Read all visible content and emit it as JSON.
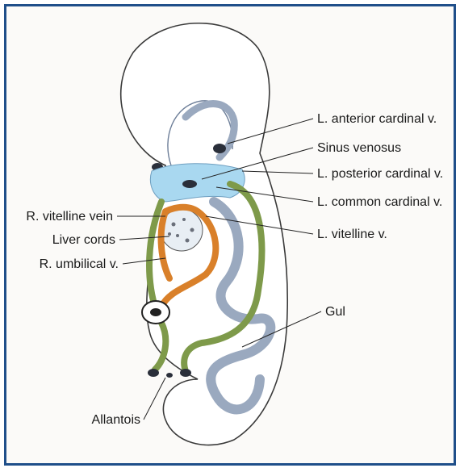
{
  "labels": {
    "anterior_cardinal": "L. anterior cardinal v.",
    "sinus_venosus": "Sinus venosus",
    "posterior_cardinal": "L. posterior cardinal v.",
    "common_cardinal": "L. common cardinal v.",
    "r_vitelline": "R. vitelline vein",
    "liver_cords": "Liver cords",
    "l_vitelline": "L. vitelline v.",
    "r_umbilical": "R. umbilical v.",
    "gut": "Gul",
    "allantois": "Allantois"
  },
  "colors": {
    "frame": "#1f4f8a",
    "sinus_venosus": "#a9d8f0",
    "vitelline": "#d9802a",
    "umbilical": "#7e9a4a",
    "vessel_gray": "#9aa9bf"
  }
}
